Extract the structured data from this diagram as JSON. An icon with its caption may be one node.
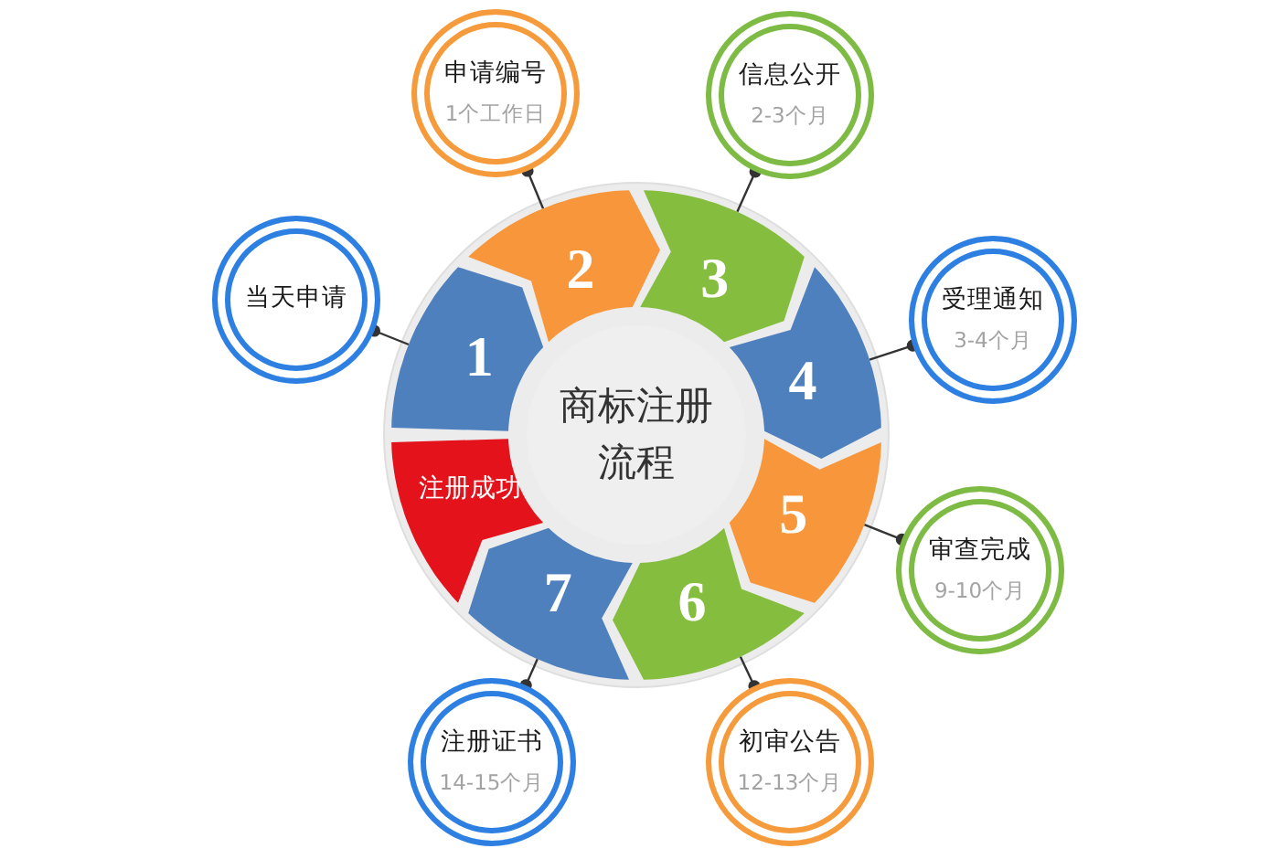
{
  "diagram": {
    "nodes": [
      {
        "text": [
          "商标注册流程"
        ]
      },
      {
        "text": [
          "1"
        ]
      },
      {
        "text": [
          "2"
        ]
      },
      {
        "text": [
          "3"
        ]
      },
      {
        "text": [
          "4"
        ]
      },
      {
        "text": [
          "5"
        ]
      },
      {
        "text": [
          "6"
        ]
      },
      {
        "text": [
          "7"
        ]
      },
      {
        "text": [
          "注册成功"
        ]
      },
      {
        "text": [
          "当天申请"
        ]
      },
      {
        "text": [
          "申请编号",
          "1个工作日"
        ]
      },
      {
        "text": [
          "信息公开",
          "2-3个月"
        ]
      },
      {
        "text": [
          "受理通知",
          "3-4个月"
        ]
      },
      {
        "text": [
          "审查完成",
          "9-10个月"
        ]
      },
      {
        "text": [
          "初审公告",
          "12-13个月"
        ]
      },
      {
        "text": [
          "注册证书",
          "14-15个月"
        ]
      }
    ],
    "edges": [
      {
        "from": 1,
        "to": 9,
        "arrow": "other"
      },
      {
        "from": 2,
        "to": 10,
        "arrow": "other"
      },
      {
        "from": 3,
        "to": 11,
        "arrow": "other"
      },
      {
        "from": 4,
        "to": 12,
        "arrow": "other"
      },
      {
        "from": 5,
        "to": 13,
        "arrow": "other"
      },
      {
        "from": 6,
        "to": 14,
        "arrow": "other"
      },
      {
        "from": 7,
        "to": 15,
        "arrow": "other"
      }
    ]
  }
}
